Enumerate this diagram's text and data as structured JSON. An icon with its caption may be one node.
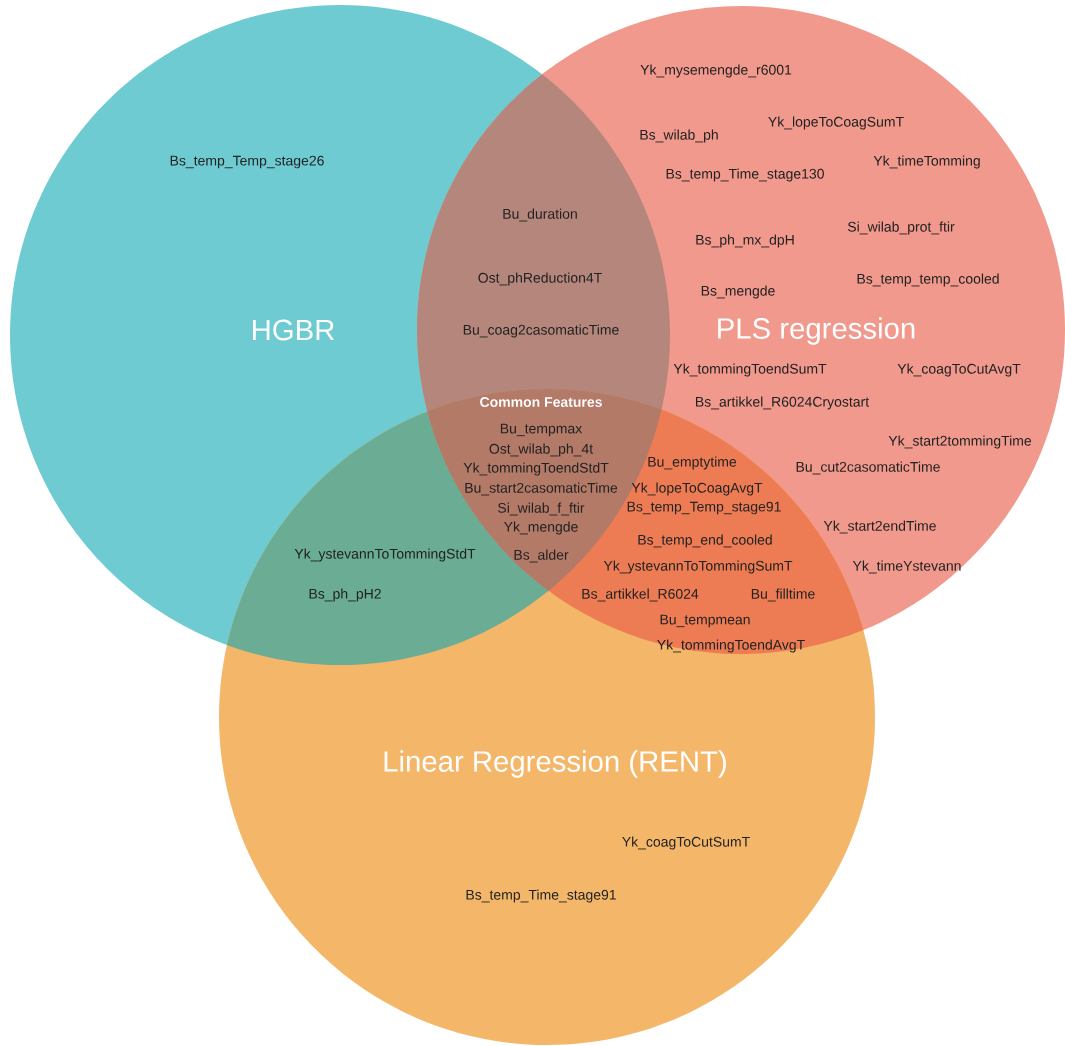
{
  "diagram": {
    "nodes": [
      {
        "text": [
          "HGBR"
        ]
      },
      {
        "text": [
          "PLS regression"
        ]
      },
      {
        "text": [
          "Linear Regression (RENT)"
        ]
      }
    ],
    "edges": [],
    "labels": [
      "Bs_temp_Temp_stage26",
      "Yk_mysemengde_r6001",
      "Yk_lopeToCoagSumT",
      "Bs_wilab_ph",
      "Yk_timeTomming",
      "Bs_temp_Time_stage130",
      "Bu_duration",
      "Si_wilab_prot_ftir",
      "Bs_ph_mx_dpH",
      "Ost_phReduction4T",
      "Bs_temp_temp_cooled",
      "Bs_mengde",
      "Bu_coag2casomaticTime",
      "Yk_tommingToendSumT",
      "Yk_coagToCutAvgT",
      "Common Features",
      "Bs_artikkel_R6024Cryostart",
      "Bu_tempmax",
      "Yk_start2tommingTime",
      "Ost_wilab_ph_4t",
      "Yk_tommingToendStdT",
      "Bu_emptytime",
      "Bu_cut2casomaticTime",
      "Bu_start2casomaticTime",
      "Yk_lopeToCoagAvgT",
      "Si_wilab_f_ftir",
      "Bs_temp_Temp_stage91",
      "Yk_mengde",
      "Yk_start2endTime",
      "Bs_temp_end_cooled",
      "Yk_ystevannToTommingStdT",
      "Bs_alder",
      "Yk_ystevannToTommingSumT",
      "Yk_timeYstevann",
      "Bs_ph_pH2",
      "Bs_artikkel_R6024",
      "Bu_filltime",
      "Bu_tempmean",
      "Yk_tommingToendAvgT",
      "Yk_coagToCutSumT",
      "Bs_temp_Time_stage91"
    ]
  }
}
